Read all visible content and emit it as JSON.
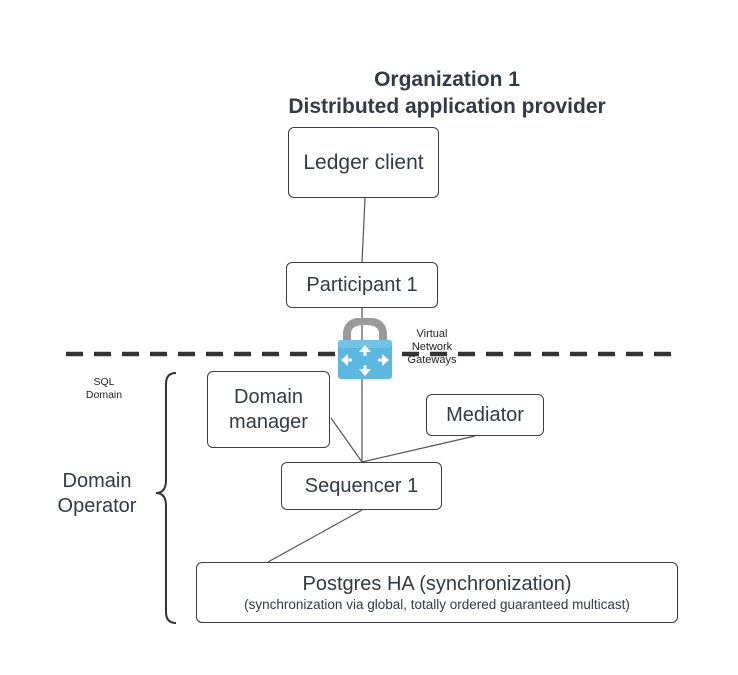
{
  "title": {
    "line1": "Organization 1",
    "line2": "Distributed application provider"
  },
  "nodes": {
    "ledger_client": "Ledger client",
    "participant": "Participant 1",
    "domain_manager_l1": "Domain",
    "domain_manager_l2": "manager",
    "mediator": "Mediator",
    "sequencer": "Sequencer 1",
    "postgres_title": "Postgres HA (synchronization)",
    "postgres_subtitle": "(synchronization via global, totally ordered guaranteed multicast)"
  },
  "gateway": {
    "icon": "virtual-network-gateway-icon",
    "label_l1": "Virtual",
    "label_l2": "Network",
    "label_l3": "Gateways"
  },
  "sql_domain": {
    "l1": "SQL",
    "l2": "Domain"
  },
  "domain_operator": {
    "l1": "Domain",
    "l2": "Operator"
  },
  "colors": {
    "text": "#333a45",
    "border": "#3d3d3d",
    "dashed_line": "#333333",
    "gateway_blue": "#5bb8e0",
    "lock_gray": "#9a9a9a"
  }
}
